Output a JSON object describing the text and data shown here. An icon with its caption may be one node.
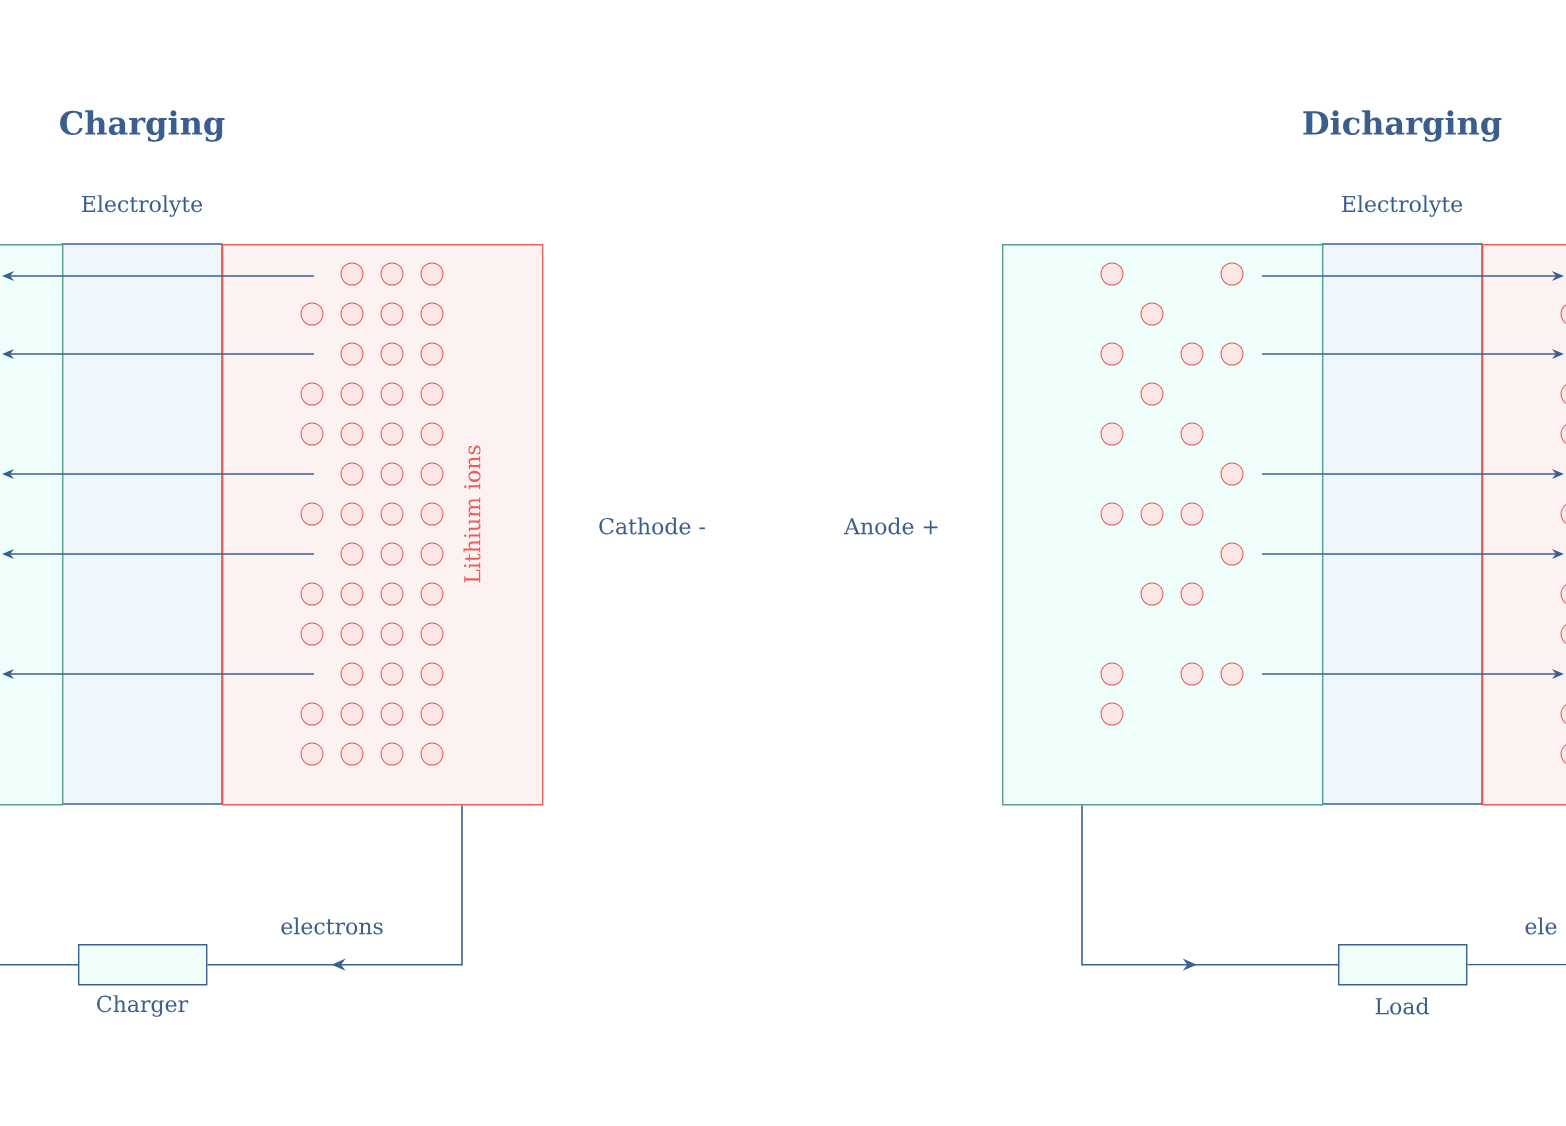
{
  "diagram": {
    "nodes": [
      {
        "text": [],
        "shape": "box"
      },
      {
        "text": [
          "Lithium ions"
        ]
      },
      {
        "text": [],
        "shape": "box",
        "beside": [
          "Charger"
        ]
      },
      {
        "text": [],
        "shape": "box"
      },
      {
        "text": [],
        "shape": "box"
      },
      {
        "text": [],
        "shape": "box",
        "beside": [
          "Load"
        ]
      }
    ],
    "edges": [
      {
        "from": 1,
        "to": 2,
        "arrow": "to",
        "label": "electrons"
      },
      {
        "from": 2,
        "to": null,
        "arrow": "none"
      },
      {
        "from": 3,
        "to": 5,
        "arrow": "to"
      },
      {
        "from": 5,
        "to": null,
        "arrow": "none",
        "label": "ele"
      },
      {
        "from": 1,
        "to": 0,
        "arrow": "to"
      },
      {
        "from": 1,
        "to": 0,
        "arrow": "to"
      },
      {
        "from": 1,
        "to": 0,
        "arrow": "to"
      },
      {
        "from": 1,
        "to": 0,
        "arrow": "to"
      },
      {
        "from": 1,
        "to": 0,
        "arrow": "to"
      },
      {
        "from": 3,
        "to": 4,
        "arrow": "to"
      },
      {
        "from": 3,
        "to": 4,
        "arrow": "to"
      },
      {
        "from": 3,
        "to": 4,
        "arrow": "to"
      },
      {
        "from": 3,
        "to": 4,
        "arrow": "to"
      },
      {
        "from": 3,
        "to": 4,
        "arrow": "to"
      }
    ],
    "labels": [
      "Charging",
      "Dicharging",
      "Electrolyte",
      "Electrolyte",
      "Cathode -",
      "Anode +"
    ]
  }
}
